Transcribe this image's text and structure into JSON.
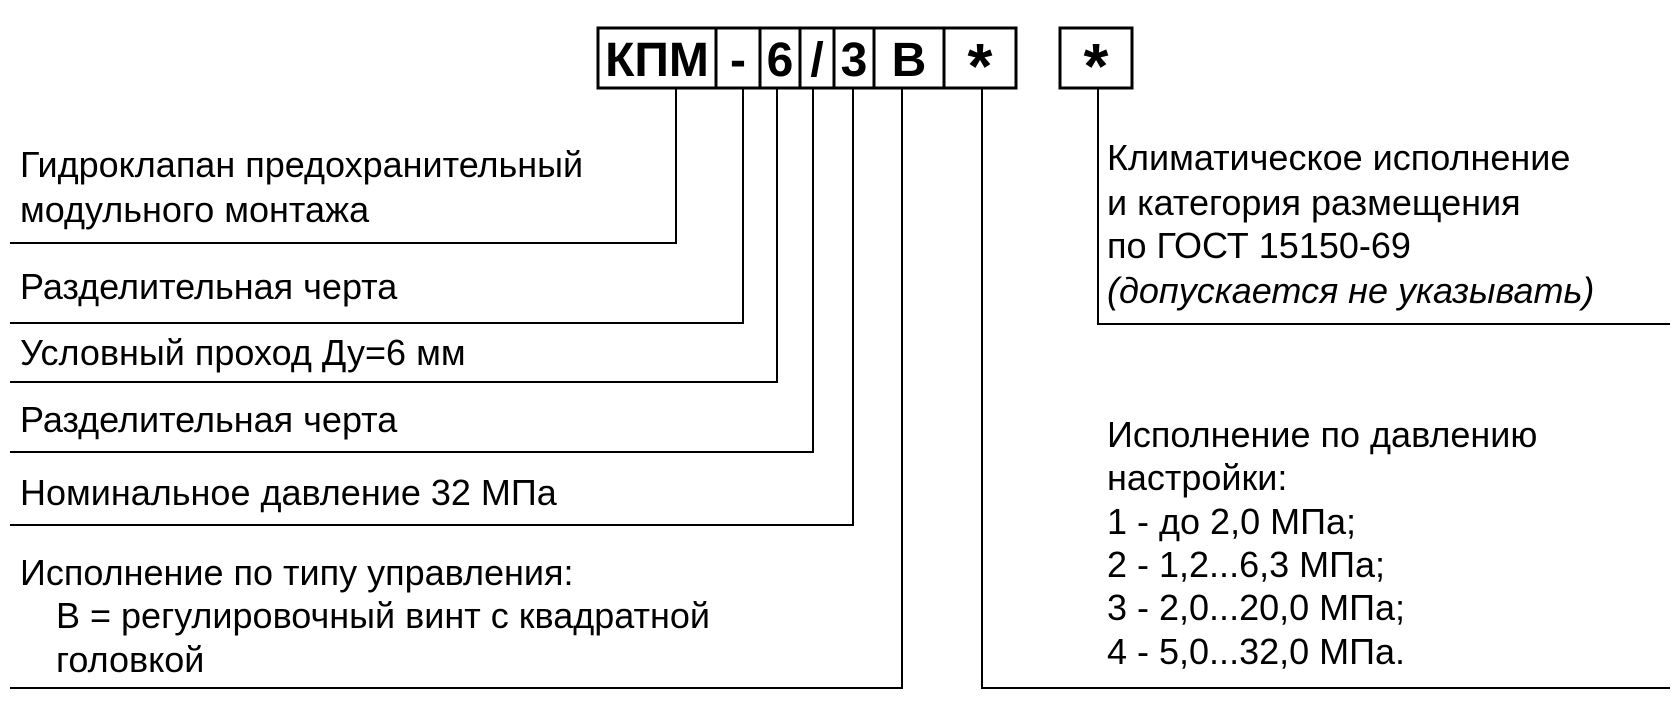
{
  "code_segments": [
    "КПМ",
    "-",
    "6",
    "/",
    "3",
    "В",
    "*",
    "*"
  ],
  "left_entries": [
    {
      "lines": [
        "Гидроклапан предохранительный",
        "модульного монтажа"
      ]
    },
    {
      "lines": [
        "Разделительная черта"
      ]
    },
    {
      "lines": [
        "Условный проход Ду=6 мм"
      ]
    },
    {
      "lines": [
        "Разделительная черта"
      ]
    },
    {
      "lines": [
        "Номинальное давление 32 МПа"
      ]
    },
    {
      "lines": [
        "Исполнение по типу управления:",
        "В = регулировочный винт с квадратной",
        "головкой"
      ]
    }
  ],
  "right_entries": [
    {
      "lines": [
        "Климатическое исполнение",
        "и категория размещения",
        "по ГОСТ 15150-69"
      ],
      "italic_line": "(допускается не указывать)"
    },
    {
      "lines": [
        "Исполнение по давлению",
        "настройки:",
        "1 - до 2,0 МПа;",
        "2 - 1,2...6,3 МПа;",
        "3 - 2,0...20,0 МПа;",
        "4 - 5,0...32,0 МПа."
      ]
    }
  ]
}
